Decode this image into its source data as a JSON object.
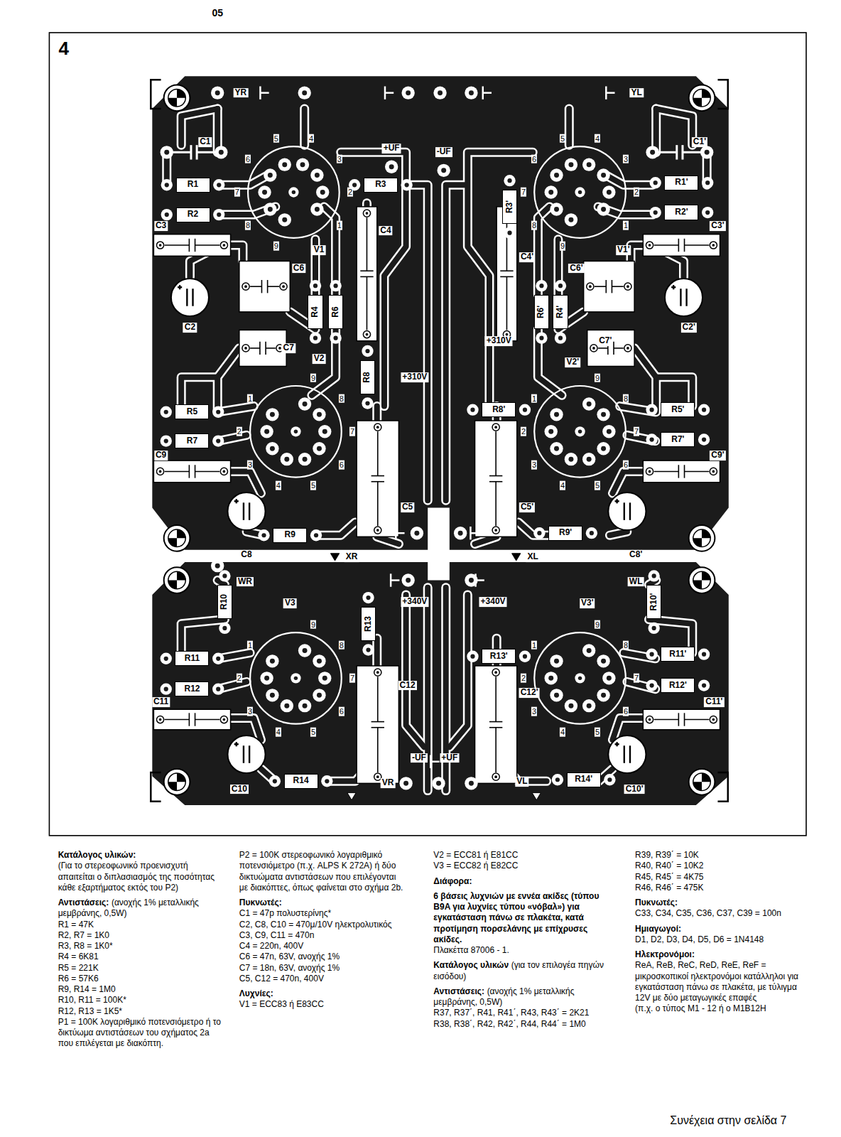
{
  "diagram": {
    "nodes": [
      {
        "text": [
          "R1"
        ]
      },
      {
        "text": [
          "R2"
        ]
      },
      {
        "text": [
          "R3"
        ]
      },
      {
        "text": [
          "R4"
        ]
      },
      {
        "text": [
          "R6"
        ]
      },
      {
        "text": [
          "R5"
        ]
      },
      {
        "text": [
          "R7"
        ]
      },
      {
        "text": [
          "R8"
        ]
      },
      {
        "text": [
          "R9"
        ]
      },
      {
        "text": [
          "R10"
        ]
      },
      {
        "text": [
          "R11"
        ]
      },
      {
        "text": [
          "R12"
        ]
      },
      {
        "text": [
          "R13"
        ]
      },
      {
        "text": [
          "R14"
        ]
      },
      {
        "text": [
          "R1'"
        ]
      },
      {
        "text": [
          "R2'"
        ]
      },
      {
        "text": [
          "R3'"
        ]
      },
      {
        "text": [
          "R6'"
        ]
      },
      {
        "text": [
          "R4'"
        ]
      },
      {
        "text": [
          "R5'"
        ]
      },
      {
        "text": [
          "R7'"
        ]
      },
      {
        "text": [
          "R8'"
        ]
      },
      {
        "text": [
          "R9'"
        ]
      },
      {
        "text": [
          "R10'"
        ]
      },
      {
        "text": [
          "R11'"
        ]
      },
      {
        "text": [
          "R12'"
        ]
      },
      {
        "text": [
          "R13'"
        ]
      },
      {
        "text": [
          "R14'"
        ]
      }
    ],
    "labels": [
      "05",
      "4",
      "YR",
      "C1",
      "C3",
      "C2",
      "+UF",
      "-UF",
      "C4",
      "V1",
      "C6",
      "C7",
      "V2",
      "+310V",
      "C9",
      "C5",
      "C8",
      "XR",
      "YL",
      "C1'",
      "C3'",
      "C2'",
      "V1'",
      "C4'",
      "C6'",
      "C7'",
      "V2'",
      "+310V",
      "C9'",
      "C5'",
      "C8'",
      "XL",
      "WR",
      "V3",
      "+340V",
      "C11",
      "C12",
      "C10",
      "-UF",
      "+UF",
      "VR",
      "WL",
      "V3'",
      "+340V",
      "C11'",
      "C12'",
      "C10'",
      "VL",
      "1",
      "2",
      "3",
      "4",
      "5",
      "6",
      "7",
      "8",
      "9",
      "1",
      "2",
      "3",
      "4",
      "5",
      "6",
      "7",
      "8",
      "9",
      "1",
      "2",
      "3",
      "4",
      "5",
      "6",
      "7",
      "8",
      "9",
      "1",
      "2",
      "3",
      "4",
      "5",
      "6",
      "7",
      "8",
      "9",
      "1",
      "2",
      "3",
      "4",
      "5",
      "6",
      "7",
      "8",
      "9",
      "1",
      "2",
      "3",
      "4",
      "5",
      "6",
      "7",
      "8",
      "9",
      "Κατάλογος υλικών:",
      "(Για το στερεοφωνικό προενισχυτή απαιτείται ο διπλασιασμός της ποσότητας κάθε εξαρτήματος εκτός του P2)",
      "Αντιστάσεις:",
      "(ανοχής 1% μεταλλικής μεμβράνης, 0,5W)",
      "R1 = 47K",
      "R2, R7 = 1K0",
      "R3, R8 = 1K0*",
      "R4 = 6K81",
      "R5 = 221K",
      "R6 = 57K6",
      "R9, R14 = 1M0",
      "R10, R11 = 100K*",
      "R12, R13 = 1K5*",
      "P1 = 100K λογαριθμικό ποτενσιόμετρο ή το δικτύωμα αντιστάσεων του σχήματος 2a που επιλέγεται με διακόπτη.",
      "P2 = 100K στερεοφωνικό λογαριθμικό ποτενσιόμετρο (π.χ. ALPS K 272A) ή δύο δικτυώματα αντιστάσεων που επιλέγονται με διακόπτες, όπως φαίνεται στο σχήμα 2b.",
      "Πυκνωτές:",
      "C1 = 47p πολυστερίνης*",
      "C2, C8, C10 = 470μ/10V ηλεκτρολυτικός",
      "C3, C9, C11 = 470n",
      "C4 = 220n, 400V",
      "C6 = 47n, 63V, ανοχής 1%",
      "C7 = 18n, 63V, ανοχής 1%",
      "C5, C12 = 470n, 400V",
      "Λυχνίες:",
      "V1 = ECC83 ή E83CC",
      "V2 = ECC81 ή E81CC",
      "V3 = ECC82 ή E82CC",
      "Διάφορα:",
      "6 βάσεις λυχνιών με εννέα ακίδες (τύπου B9A για λυχνίες τύπου «νόβαλ») για εγκατάσταση πάνω σε πλακέτα, κατά προτίμηση πορσελάνης με επίχρυσες ακίδες.",
      "Πλακέττα 87006 - 1.",
      "Κατάλογος υλικών",
      "(για τον επιλογέα πηγών εισόδου)",
      "Αντιστάσεις:",
      "(ανοχής 1% μεταλλικής μεμβράνης, 0,5W)",
      "R37, R37΄, R41, R41΄, R43, R43΄ = 2K21",
      "R38, R38΄, R42, R42΄, R44, R44΄ = 1M0",
      "R39, R39΄ = 10K",
      "R40, R40΄ = 10K2",
      "R45, R45΄ = 4K75",
      "R46, R46΄ = 475K",
      "Πυκνωτές:",
      "C33, C34, C35, C36, C37, C39 = 100n",
      "Ημιαγωγοί:",
      "D1, D2, D3, D4, D5, D6 = 1N4148",
      "Ηλεκτρονόμοι:",
      "ReA, ReB, ReC, ReD, ReE, ReF = μικροσκοπικοί ηλεκτρονόμοι κατάλληλοι για εγκατάσταση πάνω σε πλακέτα, με τύλιγμα 12V με δύο μεταγωγικές επαφές",
      "(π.χ. ο τύπος M1 - 12 ή ο M1B12H",
      "Συνέχεια στην σελίδα 7"
    ]
  }
}
